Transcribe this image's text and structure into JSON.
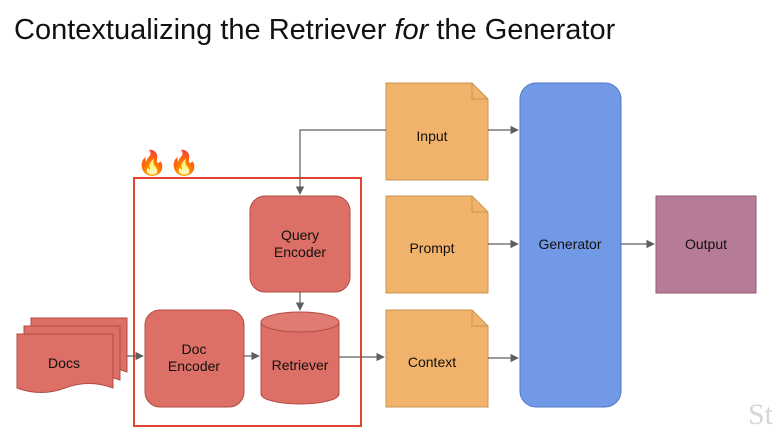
{
  "title": {
    "before": "Contextualizing the Retriever ",
    "emphasis": "for",
    "after": " the Generator"
  },
  "icons": {
    "fire": "🔥"
  },
  "nodes": {
    "docs": "Docs",
    "doc_encoder": [
      "Doc",
      "Encoder"
    ],
    "query_encoder": [
      "Query",
      "Encoder"
    ],
    "retriever": "Retriever",
    "input": "Input",
    "prompt": "Prompt",
    "context": "Context",
    "generator": "Generator",
    "output": "Output"
  },
  "colors": {
    "red_node": "#dc6f66",
    "red_stroke": "#b34b43",
    "orange_node": "#f1b36b",
    "orange_stroke": "#c99550",
    "blue_node": "#7199e6",
    "blue_stroke": "#4f78c8",
    "purple_node": "#b67b97",
    "purple_stroke": "#93597a",
    "highlight_box": "#e0432f",
    "arrow": "#5f5f5f"
  },
  "watermark": "St"
}
